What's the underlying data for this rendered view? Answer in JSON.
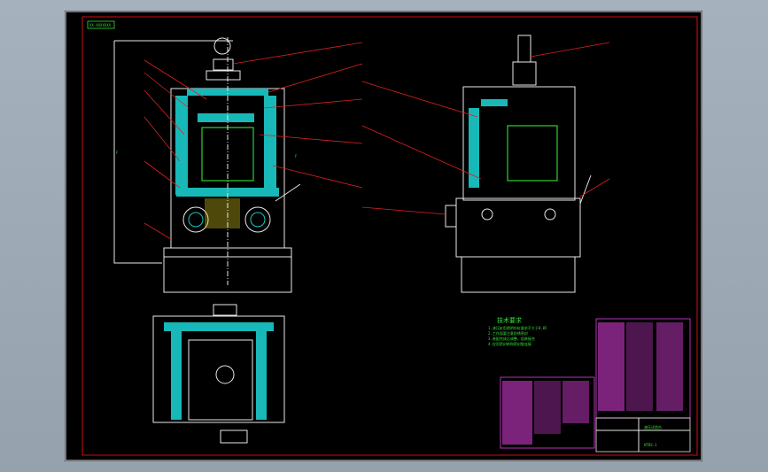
{
  "drawing": {
    "notes_title": "技术要求",
    "notes": [
      "1.液压缸用透明外缸要求不大于0.05",
      "2.工作面要注意防锈密封",
      "3.装配完成后调整、组装接合",
      "4.应用密封带和密封胶连接"
    ],
    "title_block_name": "液压试验台",
    "title_block_code": "HTDS-1",
    "stamp": "XX-XXXXXXX",
    "section_marker": "F",
    "colors": {
      "background": "#000000",
      "outline": "#e8e8e8",
      "leader": "#e02020",
      "section": "#18b8b8",
      "text": "#38e038",
      "table": "#e040e0"
    }
  }
}
